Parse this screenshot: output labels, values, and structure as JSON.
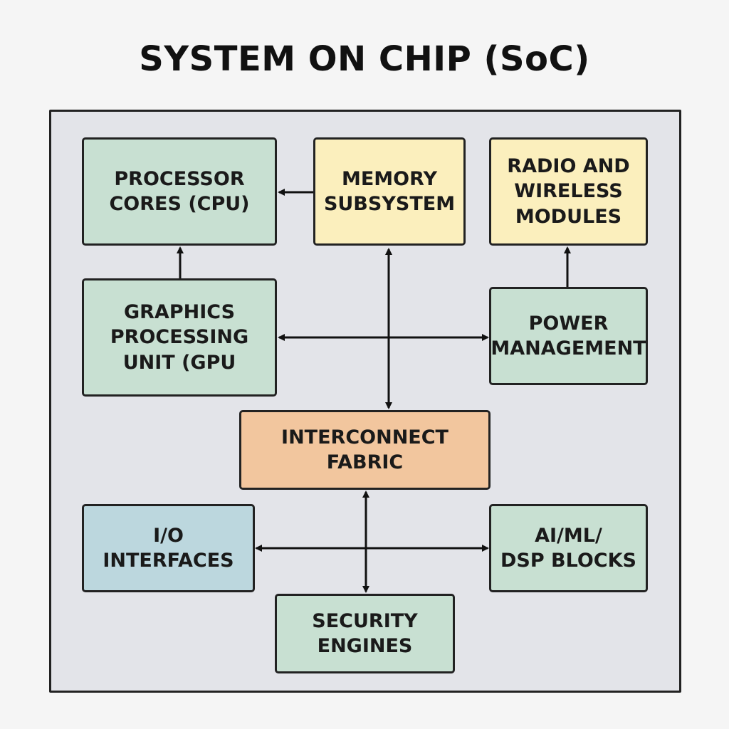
{
  "title": "SYSTEM ON CHIP (SoC)",
  "colors": {
    "background": "#f5f5f5",
    "chip_fill": "#e3e4e9",
    "green_block": "#c8e0d2",
    "yellow_block": "#fbefbd",
    "orange_block": "#f2c69e",
    "blue_block": "#bcd7de",
    "outline": "#222222"
  },
  "blocks": {
    "cpu": {
      "label": "PROCESSOR\nCORES (CPU)",
      "color": "green"
    },
    "memory": {
      "label": "MEMORY\nSUBSYSTEM",
      "color": "yellow"
    },
    "radio": {
      "label": "RADIO AND\nWIRELESS\nMODULES",
      "color": "yellow"
    },
    "gpu": {
      "label": "GRAPHICS\nPROCESSING\nUNIT (GPU",
      "color": "green"
    },
    "power": {
      "label": "POWER\nMANAGEMENT",
      "color": "green"
    },
    "interconnect": {
      "label": "INTERCONNECT\nFABRIC",
      "color": "orange"
    },
    "io": {
      "label": "I/O\nINTERFACES",
      "color": "blue"
    },
    "aiml": {
      "label": "AI/ML/\nDSP BLOCKS",
      "color": "green"
    },
    "security": {
      "label": "SECURITY\nENGINES",
      "color": "green"
    }
  },
  "connections": [
    {
      "from": "memory",
      "to": "cpu",
      "direction": "one-way"
    },
    {
      "from": "gpu",
      "to": "cpu",
      "direction": "one-way"
    },
    {
      "from": "power",
      "to": "radio",
      "direction": "one-way"
    },
    {
      "from": "memory",
      "to": "interconnect",
      "direction": "two-way"
    },
    {
      "from": "gpu",
      "to": "power",
      "direction": "two-way"
    },
    {
      "from": "interconnect",
      "to": "security",
      "direction": "two-way"
    },
    {
      "from": "io",
      "to": "aiml",
      "direction": "two-way"
    }
  ]
}
